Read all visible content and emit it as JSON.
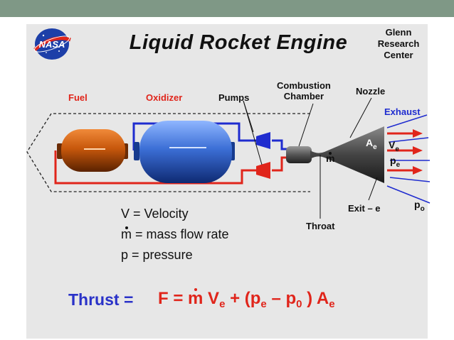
{
  "colors": {
    "top_bar": "#7f9886",
    "panel_bg": "#e7e7e7",
    "title_text": "#111111",
    "fuel": "#c8580c",
    "oxidizer": "#3c6fd6",
    "fuel_line": "#e0251b",
    "oxidizer_line": "#1f2ccf",
    "thrust_text": "#2a32c8",
    "equation_text": "#e0251b",
    "nozzle": "#444444"
  },
  "logo": {
    "icon": "nasa-meatball-logo",
    "text": "NASA"
  },
  "title": "Liquid Rocket Engine",
  "center_name": [
    "Glenn",
    "Research",
    "Center"
  ],
  "labels": {
    "fuel": "Fuel",
    "oxidizer": "Oxidizer",
    "pumps": "Pumps",
    "combustion_chamber": [
      "Combustion",
      "Chamber"
    ],
    "nozzle": "Nozzle",
    "exhaust": "Exhaust",
    "throat": "Throat",
    "exit": "Exit – e",
    "mass_flow": "m",
    "area_exit": {
      "base": "A",
      "sub": "e"
    },
    "velocity_exit": {
      "base": "V",
      "sub": "e"
    },
    "pressure_exit": {
      "base": "p",
      "sub": "e"
    },
    "pressure_ambient": {
      "base": "p",
      "sub": "o"
    }
  },
  "legend": [
    {
      "symbol": "V",
      "text": "= Velocity"
    },
    {
      "symbol": "m",
      "text": "= mass flow rate"
    },
    {
      "symbol": "p",
      "text": "= pressure"
    }
  ],
  "equation": {
    "label": "Thrust =",
    "F": "F",
    "eq": "=",
    "m": "m",
    "V": "V",
    "e1": "e",
    "plus": "+",
    "open": "(p",
    "e2": "e",
    "minus": "– p",
    "zero": "0",
    "close": ")",
    "A": "A",
    "e3": "e"
  }
}
